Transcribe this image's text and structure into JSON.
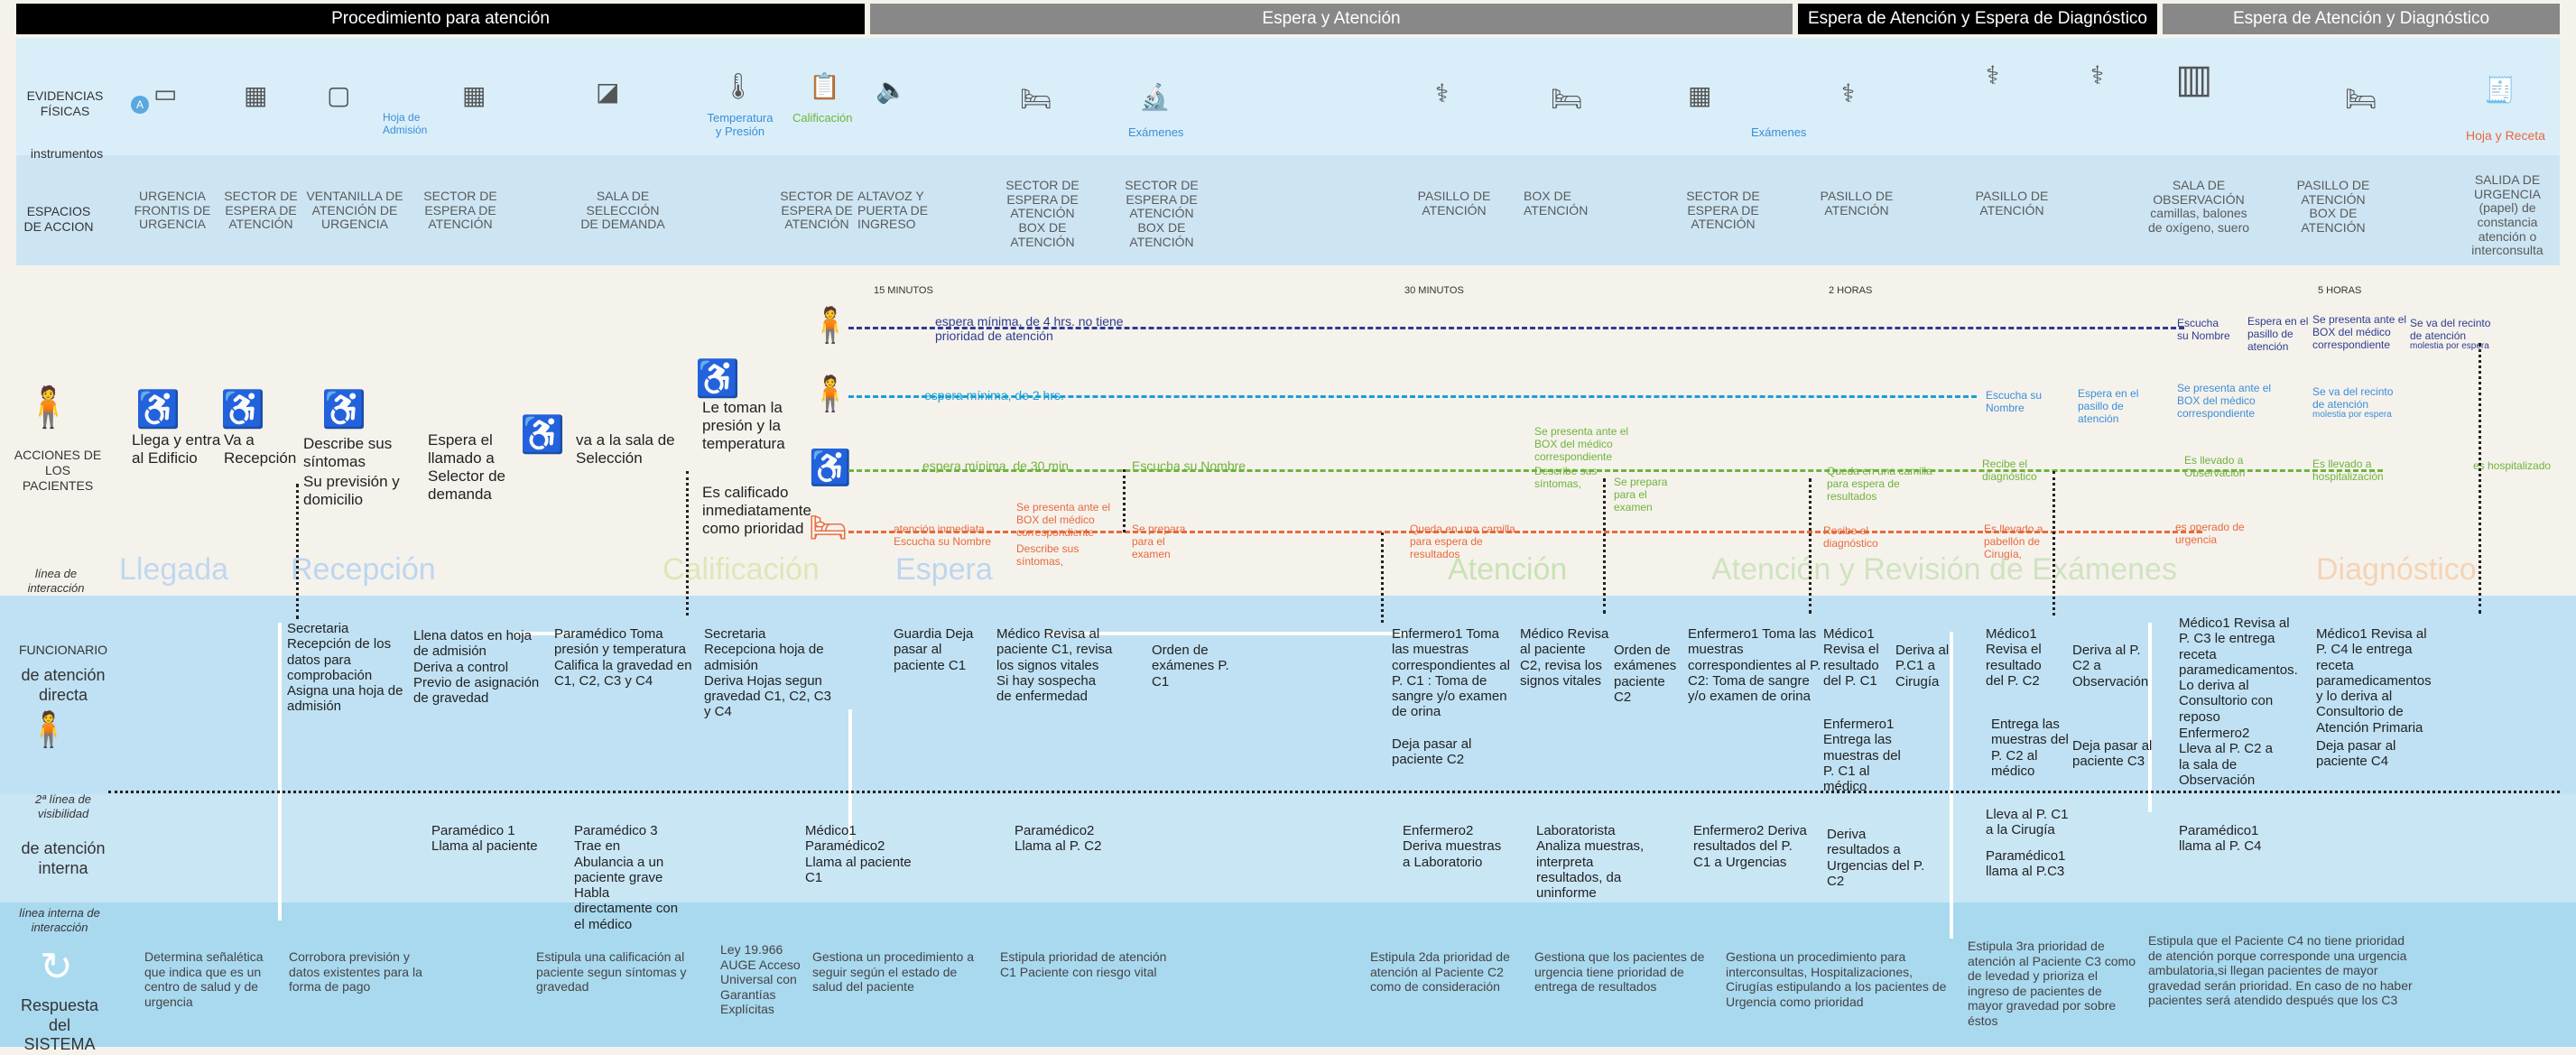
{
  "phases": {
    "p1": "Procedimiento para atención",
    "p2": "Espera  y Atención",
    "p3": "Espera de Atención y Espera de Diagnóstico",
    "p4": "Espera de Atención y Diagnóstico"
  },
  "rows": {
    "evidencias": "EVIDENCIAS FÍSICAS",
    "instrumentos": "instrumentos",
    "espacios": "ESPACIOS DE ACCION",
    "acciones": "ACCIONES DE LOS PACIENTES",
    "linea_interaccion": "línea de interacción",
    "funcionario": "FUNCIONARIO",
    "atencion_directa": "de atención directa",
    "linea_visibilidad": "2ª línea de visibilidad",
    "atencion_interna": "de atención interna",
    "linea_interna": "línea interna de interacción",
    "respuesta": "Respuesta del SISTEMA"
  },
  "evidence_labels": {
    "hoja_admision": "Hoja de Admisión",
    "temperatura": "Temperatura y Presión",
    "calificacion": "Calificación",
    "examenes1": "Exámenes",
    "examenes2": "Exámenes",
    "hoja_receta": "Hoja y Receta"
  },
  "spaces": [
    "URGENCIA\nFRONTIS DE URGENCIA",
    "SECTOR DE ESPERA DE ATENCIÓN",
    "VENTANILLA DE ATENCIÓN DE URGENCIA",
    "SECTOR DE ESPERA DE ATENCIÓN",
    "SALA DE SELECCIÓN DE DEMANDA",
    "SECTOR DE ESPERA DE ATENCIÓN",
    "ALTAVOZ Y PUERTA DE INGRESO",
    "SECTOR DE ESPERA DE ATENCIÓN\nBOX DE ATENCIÓN",
    "SECTOR DE ESPERA DE ATENCIÓN\nBOX DE ATENCIÓN",
    "PASILLO DE ATENCIÓN",
    "BOX DE ATENCIÓN",
    "SECTOR DE ESPERA DE ATENCIÓN",
    "PASILLO DE ATENCIÓN",
    "PASILLO DE ATENCIÓN",
    "SALA DE OBSERVACIÓN\ncamillas, balones de oxígeno, suero",
    "PASILLO DE ATENCIÓN\nBOX DE ATENCIÓN",
    "SALIDA DE URGENCIA\n(papel) de constancia atención o interconsulta"
  ],
  "times": [
    "15 MINUTOS",
    "30 MINUTOS",
    "2 HORAS",
    "5 HORAS"
  ],
  "patient_actions": {
    "a1": "Llega y entra al Edificio",
    "a2": "Va a Recepción",
    "a3": "Describe sus síntomas",
    "a4": "Su previsión y domicilio",
    "a5": "Espera el llamado a Selector de demanda",
    "a6": "va a la sala de Selección",
    "a7": "Le toman la presión y la temperatura",
    "a8": "Es calificado inmediatamente como prioridad"
  },
  "waits": {
    "w4h": "espera mínima, de 4 hrs. no tiene prioridad de atención",
    "w2h": "espera mínima, de 2 hrs.",
    "w30": "espera mínima, de 30 min.",
    "escucha": "Escucha su Nombre",
    "inmediata": "atención inmediata Escucha su Nombre",
    "presenta_box": "Se presenta ante el BOX del médico correspondiente",
    "describe": "Describe sus síntomas,",
    "prepara_examen": "Se prepara para el examen",
    "camilla": "Queda en una camilla para espera de resultados",
    "presenta_box2": "Se presenta ante el BOX del médico correspondiente",
    "describe2": "Describe sus síntomas,",
    "prepara2": "Se prepara para el examen",
    "camilla2": "Queda en una camilla para espera de resultados",
    "recibe_diag": "Recibe el diagnóstico",
    "recibe_diag2": "Recibe el diagnóstico",
    "llevado_cirugia": "Es llevado a pabellón de Cirugía,",
    "escucha2": "Escucha su Nombre",
    "espera_pasillo": "Espera en el pasillo de atención",
    "escucha3": "Escucha su Nombre",
    "espera_pasillo2": "Espera en el pasillo de atención",
    "presenta_box3": "Se presenta ante el BOX del médico correspondiente",
    "presenta_box4": "Se presenta ante el BOX del médico correspondiente",
    "va_recinto": "Se va del recinto de atención",
    "molestia": "molestia por espera",
    "va_recinto2": "Se va del recinto de atención",
    "molestia2": "molestia por espera",
    "llevado_obs": "Es llevado a Observación",
    "llevado_hosp": "Es llevado a hospitalización",
    "hospitalizado": "es hospitalizado",
    "operado": "es operado de urgencia"
  },
  "stages": [
    "Llegada",
    "Recepción",
    "Calificación",
    "Espera",
    "Atención",
    "Atención y Revisión de Exámenes",
    "Diagnóstico"
  ],
  "staff_direct": [
    "Secretaria Recepción de los datos para comprobación\nAsigna una hoja de admisión",
    "Llena datos en hoja de admisión\nDeriva a control Previo de asignación de gravedad",
    "Paramédico Toma presión y temperatura\nCalifica la gravedad en C1, C2, C3 y C4",
    "Secretaria Recepciona hoja de admisión\nDeriva Hojas segun gravedad C1, C2, C3 y C4",
    "Guardia Deja pasar al paciente C1",
    "Médico Revisa al paciente C1, revisa los signos vitales\nSi hay sospecha de enfermedad",
    "Orden de exámenes P. C1",
    "Enfermero1 Toma las muestras correspondientes al P. C1 : Toma de sangre y/o examen de orina",
    "Deja pasar al paciente C2",
    "Médico Revisa al paciente C2, revisa los signos vitales",
    "Orden de exámenes paciente C2",
    "Enfermero1 Toma las muestras correspondientes al P. C2: Toma de sangre y/o examen de orina",
    "Médico1 Revisa el resultado del P. C1",
    "Deriva al P.C1 a Cirugía",
    "Enfermero1 Entrega las muestras del P. C1 al médico",
    "Médico1 Revisa el resultado del P. C2",
    "Entrega las muestras del P. C2 al médico",
    "Deriva al P. C2 a Observación",
    "Deja pasar al paciente C3",
    "Médico1 Revisa al P. C3 le entrega receta paramedicamentos. Lo deriva al Consultorio con reposo",
    "Enfermero2 Lleva al P. C2 a la sala de Observación",
    "Médico1 Revisa al P. C4 le entrega receta paramedicamentos y lo deriva al Consultorio de Atención Primaria",
    "Deja pasar al paciente C4"
  ],
  "staff_internal": [
    "Paramédico 1 Llama al paciente",
    "Paramédico 3 Trae en Abulancia a un paciente grave Habla directamente con el médico",
    "Médico1 Paramédico2 Llama al paciente C1",
    "Paramédico2 Llama al P. C2",
    "Enfermero2 Deriva muestras a Laboratorio",
    "Laboratorista Analiza muestras, interpreta resultados, da uninforme",
    "Enfermero2 Deriva resultados del P. C1 a Urgencias",
    "Deriva resultados a Urgencias del P. C2",
    "Lleva al P. C1 a la Cirugía",
    "Paramédico1 llama al P.C3",
    "Paramédico1 llama al P. C4"
  ],
  "system": [
    "Determina señalética que indica que es un centro de salud y de urgencia",
    "Corrobora previsión y datos existentes para la forma de pago",
    "Estipula una calificación al paciente segun síntomas y gravedad",
    "Ley 19.966\nAUGE Acceso Universal con Garantías Explícitas",
    "Gestiona un procedimiento a seguir según el estado de salud del paciente",
    "Estipula prioridad de atención\nC1 Paciente con riesgo vital",
    "Estipula 2da prioridad de atención al Paciente C2 como de consideración",
    "Gestiona que los pacientes de urgencia tiene prioridad de entrega de resultados",
    "Gestiona un procedimiento para interconsultas, Hospitalizaciones, Cirugías estipulando a los pacientes de Urgencia como prioridad",
    "Estipula 3ra prioridad de atención al Paciente C3 como de levedad y prioriza el ingreso de pacientes de mayor gravedad por sobre éstos",
    "Estipula que el Paciente C4 no tiene prioridad de atención porque corresponde una urgencia ambulatoria,si llegan pacientes de mayor gravedad serán prioridad. En caso de no haber pacientes será atendido después que los C3"
  ],
  "colors": {
    "c1": "#e8693c",
    "c2": "#6fb33b",
    "c3": "#1a9fd6",
    "c4": "#2e3d8f",
    "marker": "#5aa8e0"
  }
}
